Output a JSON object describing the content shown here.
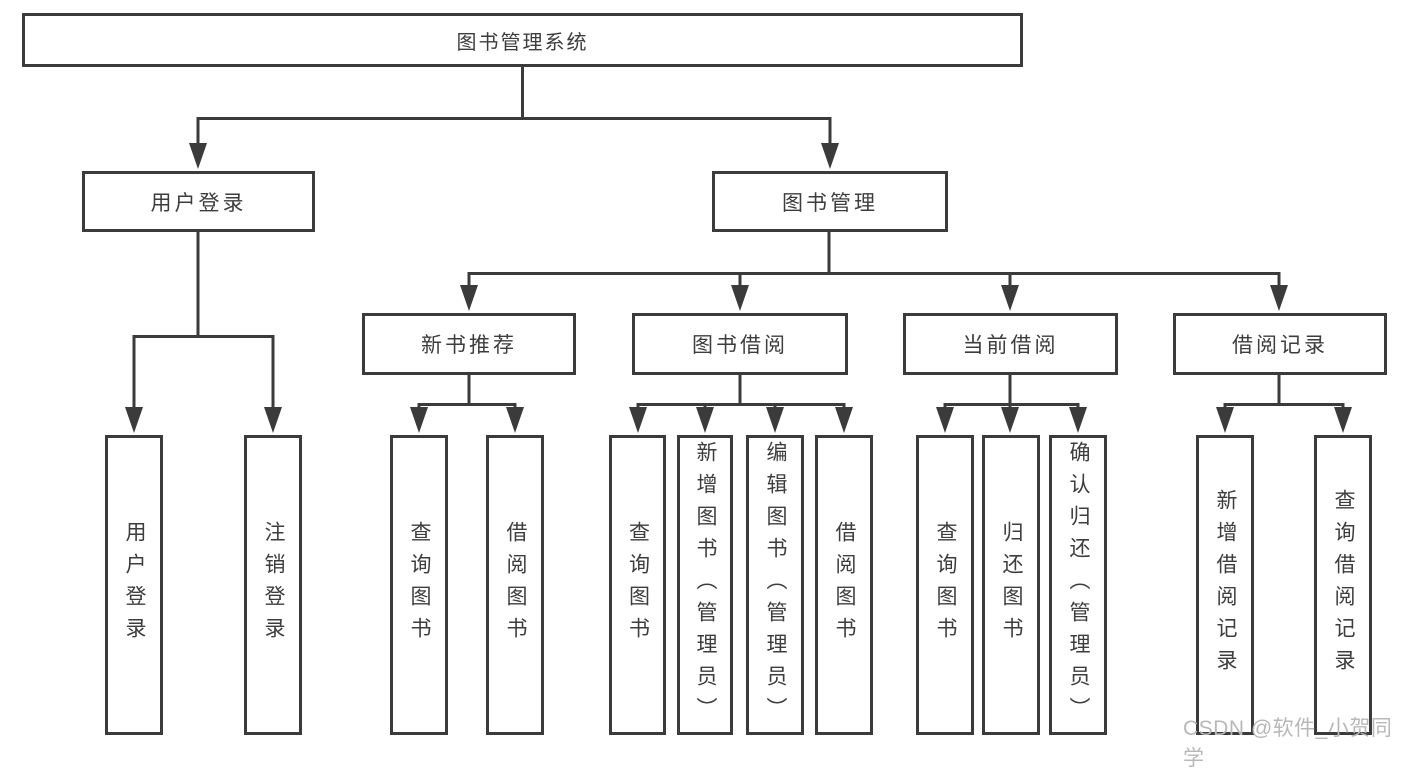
{
  "diagram": {
    "root": {
      "label": "图书管理系统"
    },
    "branches": [
      {
        "label": "用户登录",
        "children": [
          {
            "label": "用户登录"
          },
          {
            "label": "注销登录"
          }
        ]
      },
      {
        "label": "图书管理",
        "children": [
          {
            "label": "新书推荐",
            "children": [
              {
                "label": "查询图书"
              },
              {
                "label": "借阅图书"
              }
            ]
          },
          {
            "label": "图书借阅",
            "children": [
              {
                "label": "查询图书"
              },
              {
                "label": "新增图书（管理员）"
              },
              {
                "label": "编辑图书（管理员）"
              },
              {
                "label": "借阅图书"
              }
            ]
          },
          {
            "label": "当前借阅",
            "children": [
              {
                "label": "查询图书"
              },
              {
                "label": "归还图书"
              },
              {
                "label": "确认归还（管理员）"
              }
            ]
          },
          {
            "label": "借阅记录",
            "children": [
              {
                "label": "新增借阅记录"
              },
              {
                "label": "查询借阅记录"
              }
            ]
          }
        ]
      }
    ]
  },
  "watermark": {
    "text": "CSDN @软件_小贺同学"
  },
  "colors": {
    "line": "#3b3b3b",
    "text": "#3d3d3d",
    "watermark": "#b8b8b8",
    "background": "#ffffff"
  }
}
